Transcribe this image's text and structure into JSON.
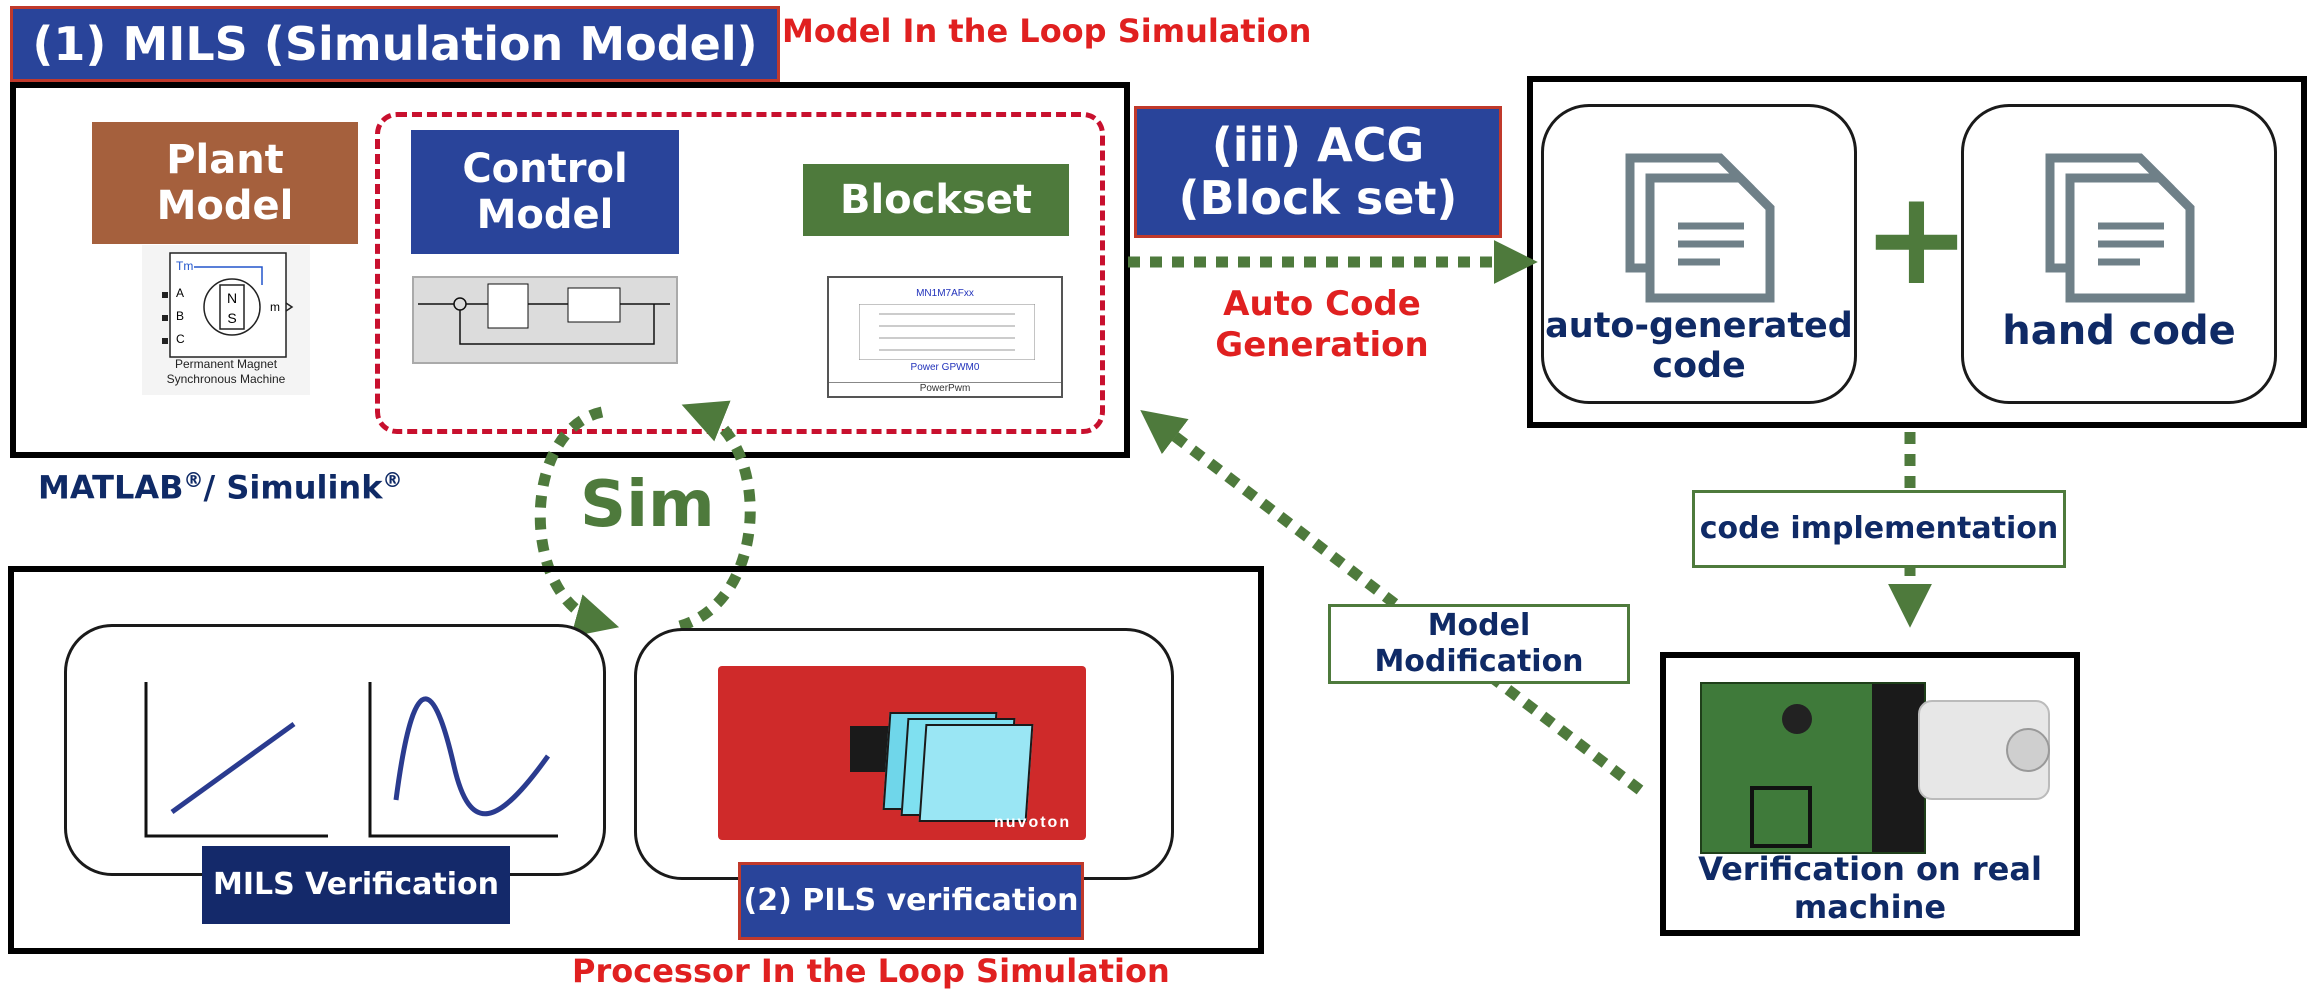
{
  "mils": {
    "title": "(1) MILS (Simulation Model)",
    "subtitle": "Model In the Loop Simulation",
    "plant_label": "Plant Model",
    "pmsm_caption": "Permanent Magnet Synchronous Machine",
    "pmsm_ports": [
      "Tm",
      "A",
      "B",
      "C",
      "m"
    ],
    "pmsm_letters": [
      "N",
      "S"
    ],
    "control_label": "Control Model",
    "blockset_label": "Blockset",
    "blockset_chip": "MN1M7AFxx",
    "blockset_caption1": "Power GPWM0",
    "blockset_caption2": "PowerPwm",
    "matlab": "MATLAB",
    "simulink": "/ Simulink",
    "reg": "®"
  },
  "acg": {
    "title": "(iii) ACG (Block set)",
    "caption": "Auto Code Generation"
  },
  "code": {
    "auto": "auto-generated code",
    "plus": "+",
    "hand": "hand code"
  },
  "sim_label": "Sim",
  "impl_label": "code implementation",
  "mod_label": "Model Modification",
  "verify": {
    "mils": "MILS Verification",
    "pils": "(2) PILS verification",
    "pils_subtitle": "Processor In the Loop Simulation",
    "real": "Verification on real machine",
    "board_brand": "nuvoton"
  },
  "colors": {
    "navy": "#29449a",
    "dark_navy": "#14296a",
    "brown": "#a5603d",
    "green": "#4e7a3c",
    "red": "#e02020",
    "dash_green": "#4e7a3c"
  }
}
